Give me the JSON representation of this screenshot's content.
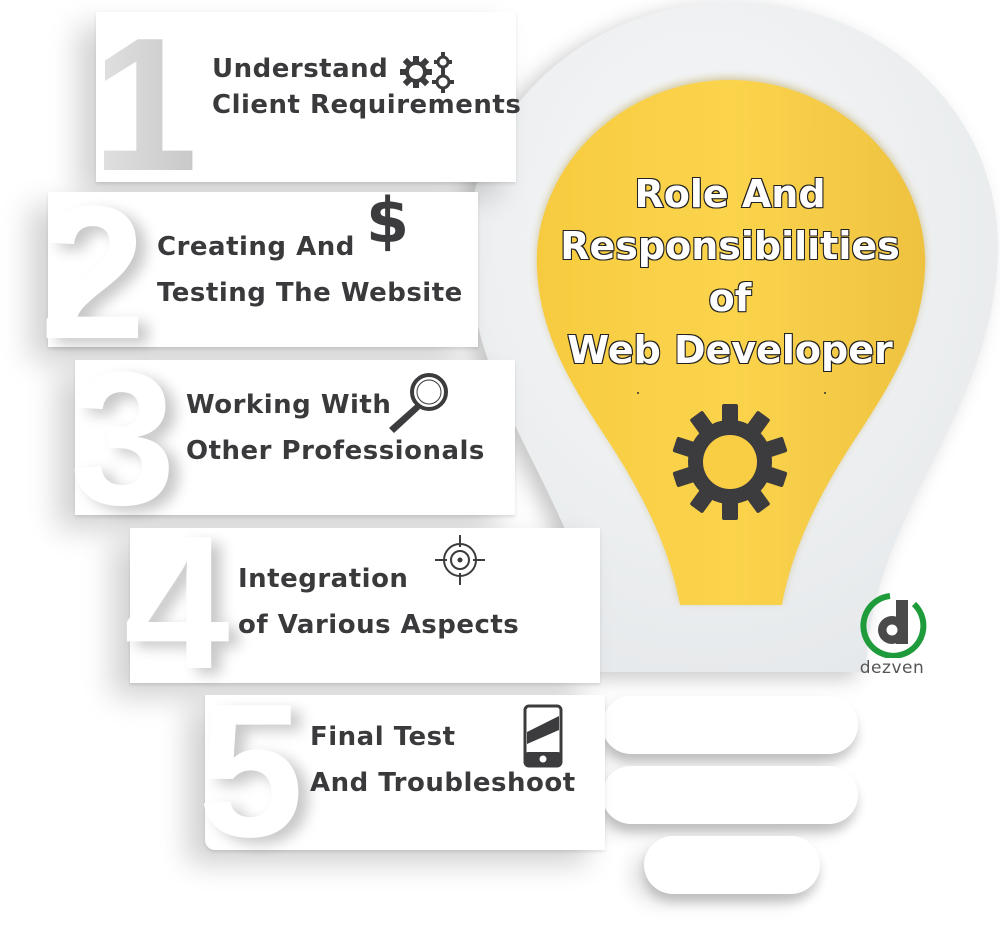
{
  "title": {
    "lines": [
      "Role And",
      "Responsibilities",
      "of",
      "Web Developer"
    ]
  },
  "steps": [
    {
      "number": "1",
      "line1": "Understand",
      "line2": "Client Requirements",
      "icon": "gears-icon"
    },
    {
      "number": "2",
      "line1": "Creating And",
      "line2": "Testing The Website",
      "icon": "dollar-icon"
    },
    {
      "number": "3",
      "line1": "Working With",
      "line2": "Other Professionals",
      "icon": "magnifier-icon"
    },
    {
      "number": "4",
      "line1": "Integration",
      "line2": "of Various Aspects",
      "icon": "target-icon"
    },
    {
      "number": "5",
      "line1": "Final Test",
      "line2": "And Troubleshoot",
      "icon": "mobile-phone-icon"
    }
  ],
  "bulb": {
    "center_icon": "gear-icon"
  },
  "brand": {
    "name": "dezven",
    "logo_letter": "d"
  },
  "colors": {
    "bulb_yellow": "#F9CE45",
    "bulb_shell": "#EEF0F1",
    "text_dark": "#3A3A3C",
    "icon_dark": "#3C3C3E",
    "brand_green": "#1E9B3A",
    "brand_gray": "#4A4A4A"
  }
}
